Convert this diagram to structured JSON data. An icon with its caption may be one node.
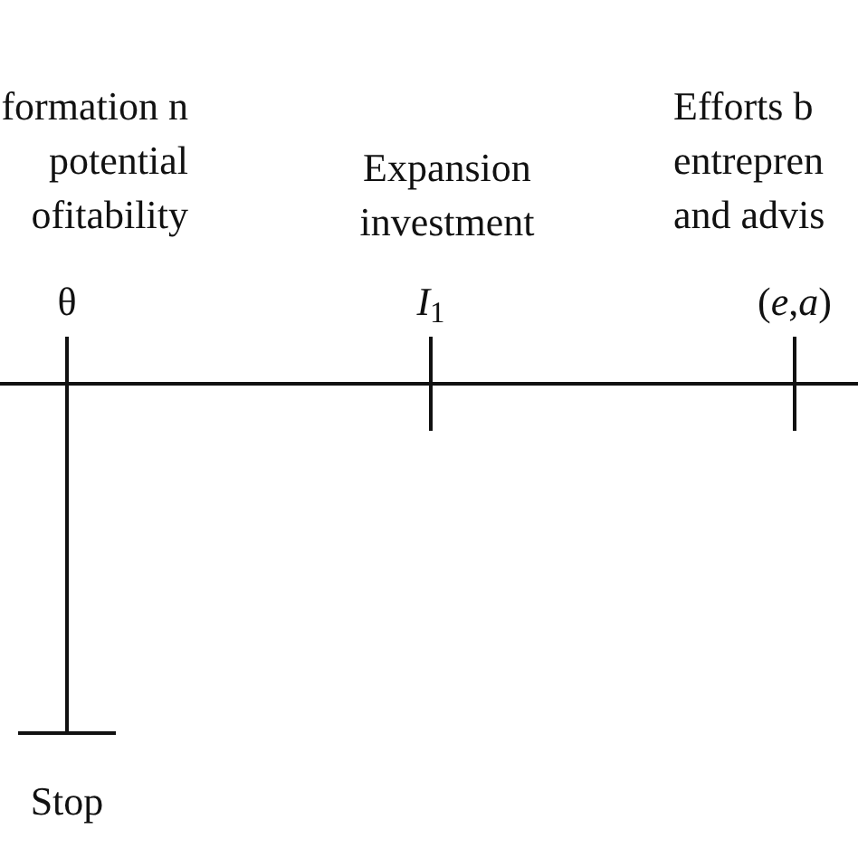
{
  "diagram": {
    "labels": [
      "formation n potential ofitability",
      "Expansion investment",
      "Efforts b entrepren and advis",
      "θ",
      "*I*$_{1}$",
      "(*e*,*a*)",
      "Stop"
    ]
  }
}
